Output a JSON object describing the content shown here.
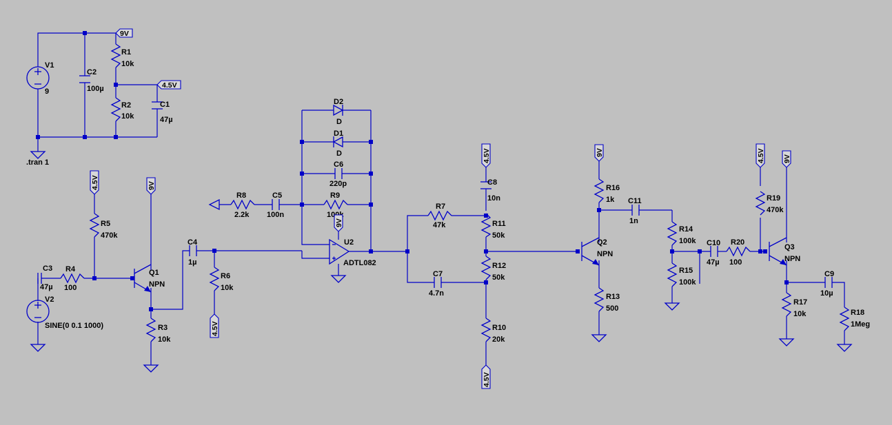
{
  "directive": ".tran 1",
  "net_labels": {
    "v9": "9V",
    "v45": "4.5V"
  },
  "colors": {
    "background": "#c0c0c0",
    "wire": "#0000c8",
    "text": "#000000"
  },
  "components": {
    "V1": {
      "name": "V1",
      "value": "9"
    },
    "V2": {
      "name": "V2",
      "value": "SINE(0 0.1 1000)"
    },
    "C1": {
      "name": "C1",
      "value": "47µ"
    },
    "C2": {
      "name": "C2",
      "value": "100µ"
    },
    "C3": {
      "name": "C3",
      "value": "47µ"
    },
    "C4": {
      "name": "C4",
      "value": "1µ"
    },
    "C5": {
      "name": "C5",
      "value": "100n"
    },
    "C6": {
      "name": "C6",
      "value": "220p"
    },
    "C7": {
      "name": "C7",
      "value": "4.7n"
    },
    "C8": {
      "name": "C8",
      "value": "10n"
    },
    "C9": {
      "name": "C9",
      "value": "10µ"
    },
    "C10": {
      "name": "C10",
      "value": "47µ"
    },
    "C11": {
      "name": "C11",
      "value": "1n"
    },
    "R1": {
      "name": "R1",
      "value": "10k"
    },
    "R2": {
      "name": "R2",
      "value": "10k"
    },
    "R3": {
      "name": "R3",
      "value": "10k"
    },
    "R4": {
      "name": "R4",
      "value": "100"
    },
    "R5": {
      "name": "R5",
      "value": "470k"
    },
    "R6": {
      "name": "R6",
      "value": "10k"
    },
    "R7": {
      "name": "R7",
      "value": "47k"
    },
    "R8": {
      "name": "R8",
      "value": "2.2k"
    },
    "R9": {
      "name": "R9",
      "value": "100k"
    },
    "R10": {
      "name": "R10",
      "value": "20k"
    },
    "R11": {
      "name": "R11",
      "value": "50k"
    },
    "R12": {
      "name": "R12",
      "value": "50k"
    },
    "R13": {
      "name": "R13",
      "value": "500"
    },
    "R14": {
      "name": "R14",
      "value": "100k"
    },
    "R15": {
      "name": "R15",
      "value": "100k"
    },
    "R16": {
      "name": "R16",
      "value": "1k"
    },
    "R17": {
      "name": "R17",
      "value": "10k"
    },
    "R18": {
      "name": "R18",
      "value": "1Meg"
    },
    "R19": {
      "name": "R19",
      "value": "470k"
    },
    "R20": {
      "name": "R20",
      "value": "100"
    },
    "D1": {
      "name": "D1",
      "value": "D"
    },
    "D2": {
      "name": "D2",
      "value": "D"
    },
    "Q1": {
      "name": "Q1",
      "value": "NPN"
    },
    "Q2": {
      "name": "Q2",
      "value": "NPN"
    },
    "Q3": {
      "name": "Q3",
      "value": "NPN"
    },
    "U2": {
      "name": "U2",
      "value": "ADTL082"
    }
  }
}
